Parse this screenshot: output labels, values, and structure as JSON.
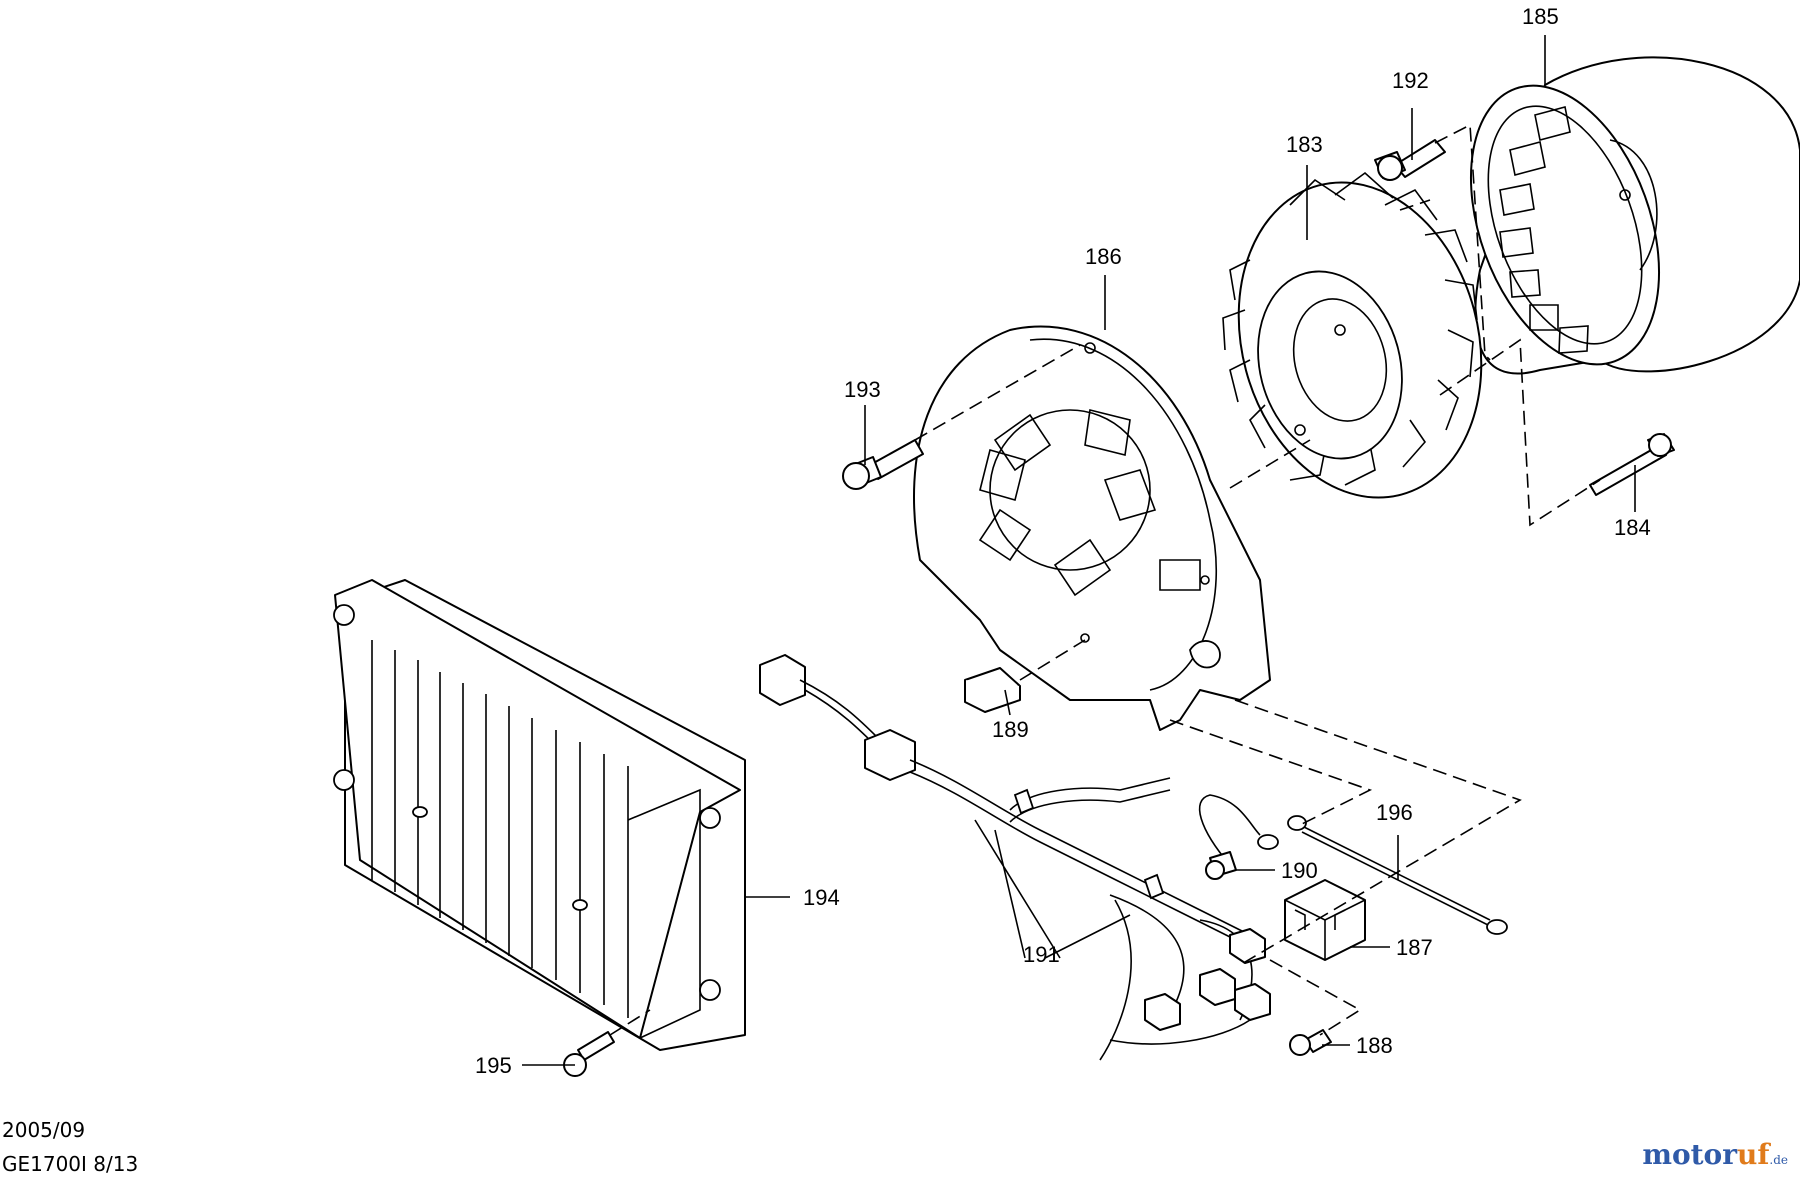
{
  "callouts": {
    "c183": "183",
    "c184": "184",
    "c185": "185",
    "c186": "186",
    "c187": "187",
    "c188": "188",
    "c189": "189",
    "c190": "190",
    "c191": "191",
    "c192": "192",
    "c193": "193",
    "c194": "194",
    "c195": "195",
    "c196": "196"
  },
  "footer": {
    "date": "2005/09",
    "code": "GE1700I 8/13"
  },
  "logo": {
    "main": "motor",
    "accent": "uf",
    "tld": ".de"
  },
  "colors": {
    "logo_blue": "#2f5aa8",
    "logo_orange": "#e07b1b"
  }
}
